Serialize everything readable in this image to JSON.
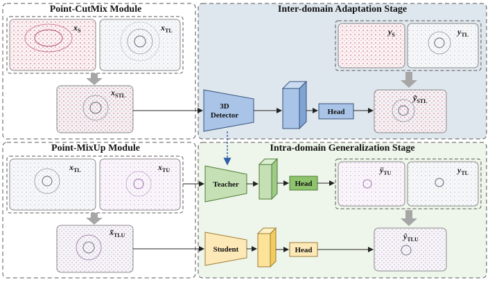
{
  "sections": {
    "cutmix_title": "Point-CutMix Module",
    "mixup_title": "Point-MixUp Module",
    "inter_title": "Inter-domain Adaptation Stage",
    "intra_title": "Intra-domain Generalization Stage"
  },
  "vars": {
    "xs": "x",
    "xs_sub": "S",
    "xtl": "x",
    "xtl_sub": "TL",
    "xstl": "x",
    "xstl_sub": "STL",
    "ys": "y",
    "ys_sub": "S",
    "ytl": "y",
    "ytl_sub": "TL",
    "ystl": "ỹ",
    "ystl_sub": "STL",
    "xtl2": "x",
    "xtl2_sub": "TL",
    "xtu": "x",
    "xtu_sub": "TU",
    "xtlu": "x̃",
    "xtlu_sub": "TLU",
    "ytu": "ȳ",
    "ytu_sub": "TU",
    "ytl2": "y",
    "ytl2_sub": "TL",
    "ytlu": "ŷ",
    "ytlu_sub": "TLU"
  },
  "modules": {
    "detector_line1": "3D",
    "detector_line2": "Detector",
    "teacher": "Teacher",
    "student": "Student",
    "head1": "Head",
    "head2": "Head",
    "head3": "Head"
  },
  "colors": {
    "detector": "#a9c4e6",
    "teacher": "#c5e0b4",
    "student": "#fde9b8",
    "inter_bg": "#dfe7ee",
    "intra_bg": "#eef5ea"
  }
}
